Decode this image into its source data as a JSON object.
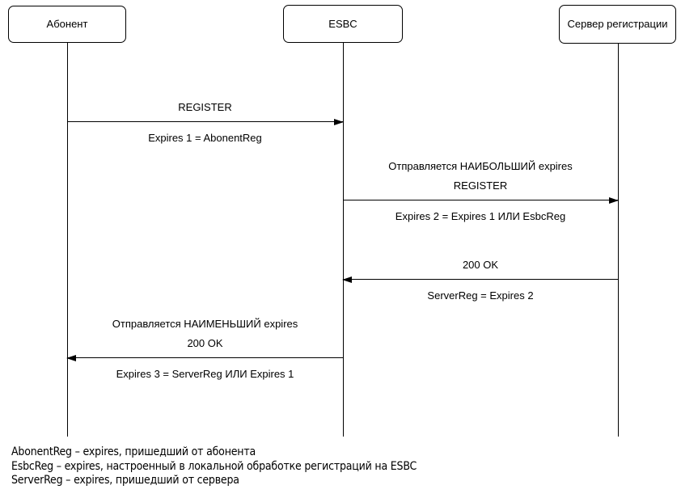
{
  "page": {
    "background": "#ffffff",
    "line_color": "#000000"
  },
  "actors": [
    {
      "id": "abonent",
      "label": "Абонент"
    },
    {
      "id": "esbc",
      "label": "ESBC"
    },
    {
      "id": "server",
      "label": "Сервер регистрации"
    }
  ],
  "messages": [
    {
      "note": "",
      "label": "REGISTER",
      "detail": "Expires 1 = AbonentReg",
      "from": "Абонент",
      "to": "ESBC",
      "direction": "right"
    },
    {
      "note": "Отправляется НАИБОЛЬШИЙ expires",
      "label": "REGISTER",
      "detail": "Expires 2 = Expires 1 ИЛИ EsbcReg",
      "from": "ESBC",
      "to": "Сервер регистрации",
      "direction": "right"
    },
    {
      "note": "",
      "label": "200 OK",
      "detail": "ServerReg = Expires 2",
      "from": "Сервер регистрации",
      "to": "ESBC",
      "direction": "left"
    },
    {
      "note": "Отправляется НАИМЕНЬШИЙ expires",
      "label": "200 OK",
      "detail": "Expires 3 = ServerReg ИЛИ Expires 1",
      "from": "ESBC",
      "to": "Абонент",
      "direction": "left"
    }
  ],
  "legend": [
    "AbonentReg – expires, пришедший от абонента",
    "EsbcReg – expires, настроенный в локальной обработке регистраций на ESBC",
    "ServerReg – expires, пришедший от сервера"
  ]
}
